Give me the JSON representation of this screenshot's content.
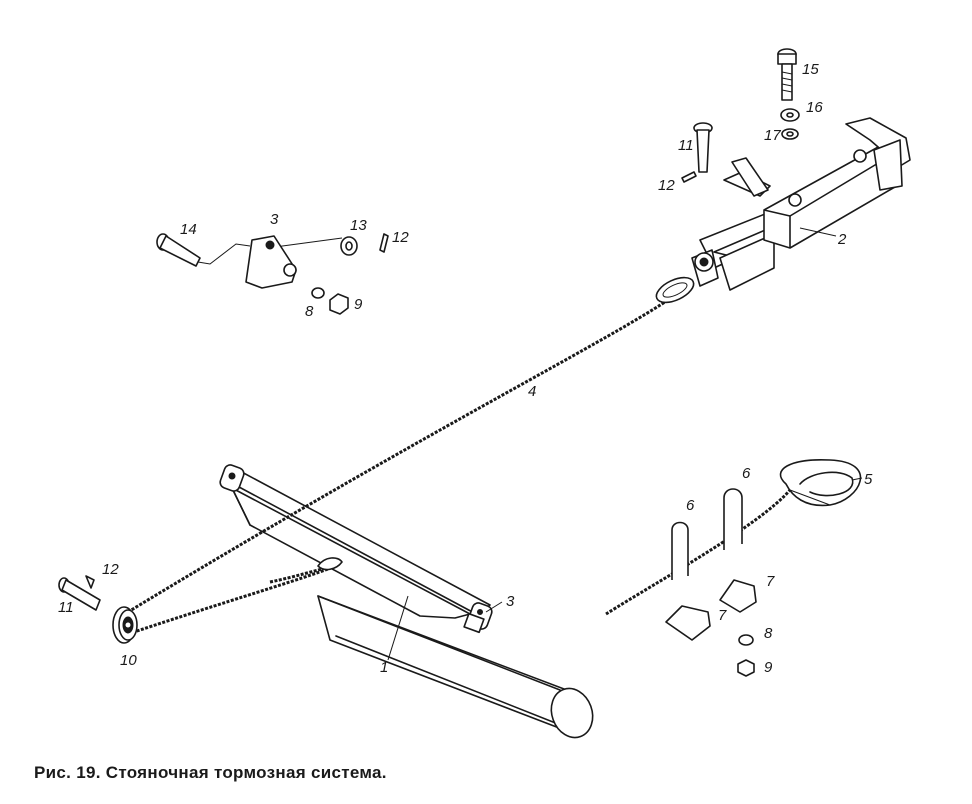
{
  "caption": "Рис. 19. Стояночная тормозная система.",
  "callouts": {
    "c1": "1",
    "c2": "2",
    "c3a": "3",
    "c3b": "3",
    "c4": "4",
    "c5": "5",
    "c6a": "6",
    "c6b": "6",
    "c7a": "7",
    "c7b": "7",
    "c8a": "8",
    "c8b": "8",
    "c9a": "9",
    "c9b": "9",
    "c10": "10",
    "c11a": "11",
    "c11b": "11",
    "c12a": "12",
    "c12b": "12",
    "c12c": "12",
    "c13": "13",
    "c14": "14",
    "c15": "15",
    "c16": "16",
    "c17": "17"
  }
}
